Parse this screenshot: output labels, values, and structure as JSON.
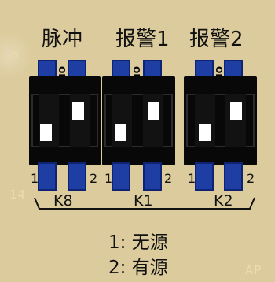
{
  "titles": [
    "脉冲",
    "报警1",
    "报警2"
  ],
  "switch_labels": [
    "K8",
    "K1",
    "K2"
  ],
  "on_marks": [
    "ON",
    "ON",
    "ON"
  ],
  "pin_numbers": [
    "1",
    "2"
  ],
  "legend": [
    "1: 无源",
    "2: 有源"
  ],
  "switch_positions": [
    [
      "off",
      "on"
    ],
    [
      "off",
      "on"
    ],
    [
      "off",
      "on"
    ]
  ],
  "colors": {
    "board": "#dccb9c",
    "pad_blue": "#1e3ea4",
    "switch_body": "#080808",
    "knob": "#ffffff"
  }
}
